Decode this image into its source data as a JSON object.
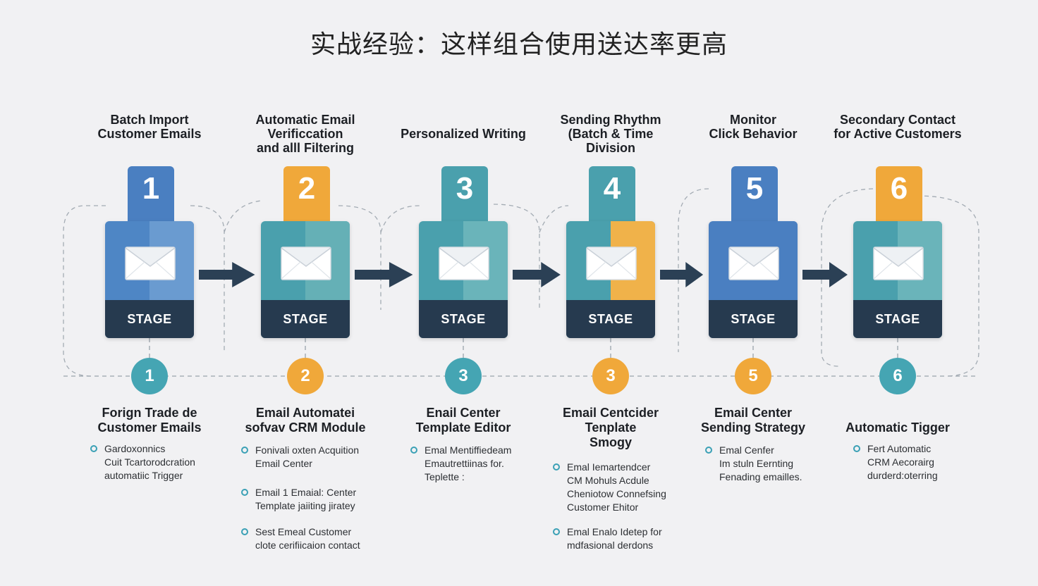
{
  "title": "实战经验：这样组合使用送达率更高",
  "stage_word": "STAGE",
  "colors": {
    "blue": "#4a7fc1",
    "orange": "#f0a83a",
    "teal": "#4aa0ad",
    "teal_light": "#68b3b8",
    "dark_navy": "#263a4f",
    "circle_teal": "#45a5b3",
    "circle_orange": "#f0a83a"
  },
  "stages": [
    {
      "label": "Batch Import\nCustomer Emails",
      "number": "1",
      "tab_color": "#4a7fc1",
      "body_color": "#4e86c5",
      "half_color": "#6a9bd0",
      "icon": "envelope-icon",
      "circle_number": "1",
      "circle_color": "#45a5b3",
      "tool_title": "Forign Trade de\nCustomer Emails",
      "bullets": [
        "Gardoxonnics\nCuit Tcartorodcration\nautomatiic Trigger"
      ]
    },
    {
      "label": "Automatic Email\nVerificcation\nand alll Filtering",
      "number": "2",
      "tab_color": "#f0a83a",
      "body_color": "#4aa0ad",
      "half_color": "#65b0b6",
      "icon": "envelope-icon",
      "circle_number": "2",
      "circle_color": "#f0a83a",
      "tool_title": "Email Automatei\nsofvav CRM Module",
      "bullets": [
        "Fonivali oxten Acquition\nEmail Center",
        "Email 1 Emaial: Center\nTemplate jaiiting jiratey",
        "Sest Emeal Customer\nclote cerifiicaion contact"
      ]
    },
    {
      "label": "Personalized Writing",
      "number": "3",
      "tab_color": "#4aa0ad",
      "body_color": "#4aa0ad",
      "half_color": "#6ab4ba",
      "icon": "envelope-icon",
      "circle_number": "3",
      "circle_color": "#45a5b3",
      "tool_title": "Enail Center\nTemplate Editor",
      "bullets": [
        "Emal Mentiffiedeam\nEmautrettiinas for.\nTeplette :"
      ]
    },
    {
      "label": "Sending Rhythm\n(Batch & Time\nDivision",
      "number": "4",
      "tab_color": "#4aa0ad",
      "body_color": "#4aa0ad",
      "half_color": "#f0b24a",
      "icon": "envelope-icon",
      "circle_number": "3",
      "circle_color": "#f0a83a",
      "tool_title": "Email Centcider\nTenplate\nSmogy",
      "bullets": [
        "Emal Iemartendcer\nCM Mohuls Acdule\nCheniotow Connefsing\nCustomer Ehitor",
        "Emal Enalo Idetep for\nmdfasional derdons"
      ]
    },
    {
      "label": "Monitor\nClick Behavior",
      "number": "5",
      "tab_color": "#4a7fc1",
      "body_color": "#4a7fc1",
      "half_color": "#4a7fc1",
      "icon": "envelope-icon",
      "circle_number": "5",
      "circle_color": "#f0a83a",
      "tool_title": "Email Center\nSending Strategy",
      "bullets": [
        "Emal Cenfer\nIm stuln Eernting\nFenading emailles."
      ]
    },
    {
      "label": "Secondary Contact\nfor Active Customers",
      "number": "6",
      "tab_color": "#f0a83a",
      "body_color": "#4aa0ad",
      "half_color": "#6ab4ba",
      "icon": "envelope-icon",
      "circle_number": "6",
      "circle_color": "#45a5b3",
      "tool_title": "Automatic Tigger",
      "bullets": [
        "Fert Automatic\nCRM Aecorairg\ndurderd:oterring"
      ]
    }
  ]
}
